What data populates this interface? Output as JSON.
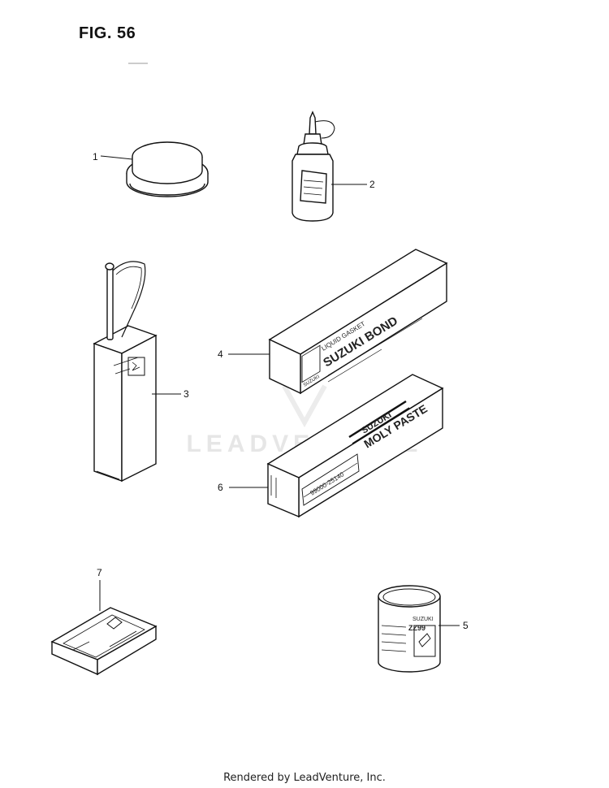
{
  "figure": {
    "title": "FIG. 56"
  },
  "watermark": "LEADVENTURE",
  "footer": "Rendered by LeadVenture, Inc.",
  "callouts": [
    "1",
    "2",
    "3",
    "4",
    "5",
    "6",
    "7"
  ],
  "part_labels": {
    "box_bond_top": "LIQUID GASKET",
    "box_bond_main": "SUZUKI BOND",
    "box_bond_brand": "SUZUKI",
    "box_paste_top": "SUZUKI",
    "box_paste_main": "MOLY PASTE",
    "box_paste_no": "99000-25140",
    "can5_label": "SUZUKI",
    "can5_code": "ZZ99"
  },
  "colors": {
    "ink": "#111111",
    "paper": "#ffffff",
    "watermark": "#e6e6e6"
  }
}
